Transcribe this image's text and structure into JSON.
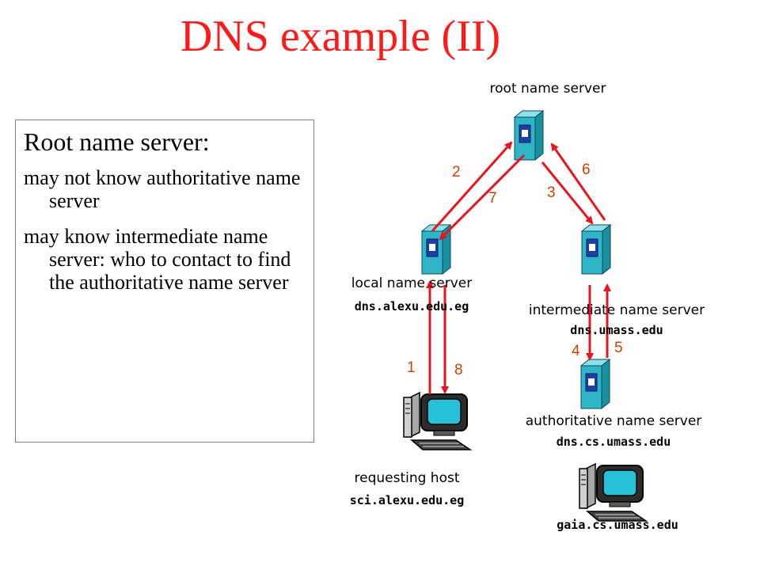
{
  "slide": {
    "title": "DNS example (II)"
  },
  "textbox": {
    "heading": "Root name server:",
    "bullets": [
      "may not know authoritative name server",
      "may know intermediate name server: who to contact to find the authoritative name server"
    ]
  },
  "nodes": {
    "root": {
      "label": "root name server"
    },
    "local": {
      "label": "local name server",
      "host": "dns.alexu.edu.eg"
    },
    "intermediate": {
      "label": "intermediate name server",
      "host": "dns.umass.edu"
    },
    "authoritative": {
      "label": "authoritative name server",
      "host": "dns.cs.umass.edu"
    },
    "requesting": {
      "label": "requesting host",
      "host": "sci.alexu.edu.eg"
    },
    "gaia": {
      "host": "gaia.cs.umass.edu"
    }
  },
  "steps": [
    "1",
    "2",
    "3",
    "4",
    "5",
    "6",
    "7",
    "8"
  ],
  "colors": {
    "title": "#ff1a1a",
    "arrow": "#e8141e",
    "step_number": "#d04000",
    "server_front": "#2fb5c8",
    "server_side": "#1a8fa0",
    "server_top": "#8fe0ea",
    "server_badge": "#1f3fa8"
  },
  "icons": {
    "server": "server-tower-icon",
    "computer": "desktop-computer-icon"
  }
}
